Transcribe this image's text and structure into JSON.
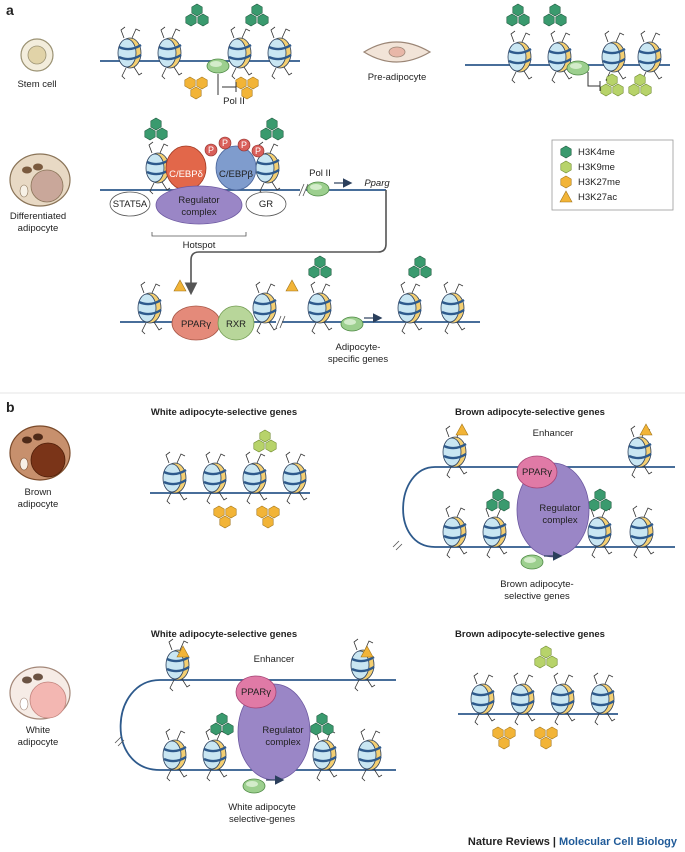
{
  "panels": {
    "a": "a",
    "b": "b"
  },
  "cells": {
    "stem": "Stem cell",
    "preadipocyte": "Pre-adipocyte",
    "differentiated_1": "Differentiated",
    "differentiated_2": "adipocyte",
    "brown_1": "Brown",
    "brown_2": "adipocyte",
    "white_1": "White",
    "white_2": "adipocyte"
  },
  "labels": {
    "pol2": "Pol II",
    "cebpd": "C/EBPδ",
    "cebpb": "C/EBPβ",
    "phospho": "P",
    "stat5a": "STAT5A",
    "gr": "GR",
    "regulator_1": "Regulator",
    "regulator_2": "complex",
    "hotspot": "Hotspot",
    "pparg_gene": "Pparg",
    "ppar": "PPARγ",
    "rxr": "RXR",
    "adipo_genes_1": "Adipocyte-",
    "adipo_genes_2": "specific genes",
    "enhancer": "Enhancer",
    "brown_sel_1": "Brown adipocyte-",
    "brown_sel_2": "selective genes",
    "white_sel_1": "White adipocyte",
    "white_sel_2": "selective-genes"
  },
  "headings": {
    "white_selective": "White adipocyte-selective genes",
    "brown_selective": "Brown adipocyte-selective genes"
  },
  "legend": [
    {
      "label": "H3K4me",
      "color": "#3a9a6e",
      "shape": "hexagon-cluster-icon"
    },
    {
      "label": "H3K9me",
      "color": "#b7d36a",
      "shape": "hexagon-cluster-icon"
    },
    {
      "label": "H3K27me",
      "color": "#f2b437",
      "shape": "hexagon-cluster-icon"
    },
    {
      "label": "H3K27ac",
      "color": "#f2b437",
      "shape": "triangle-icon"
    }
  ],
  "colors": {
    "dna": "#2e5a8c",
    "cebpd": "#e2674a",
    "cebpb": "#7f9ccd",
    "regulator": "#9a86c6",
    "ppar": "#e48a7a",
    "ppar_pink": "#e07aa6",
    "rxr": "#b8d69a",
    "pol2": "#9ccf8e",
    "phospho": "#d95f5a"
  },
  "footer": {
    "publisher": "Nature Reviews",
    "separator": "|",
    "journal": "Molecular Cell Biology"
  }
}
